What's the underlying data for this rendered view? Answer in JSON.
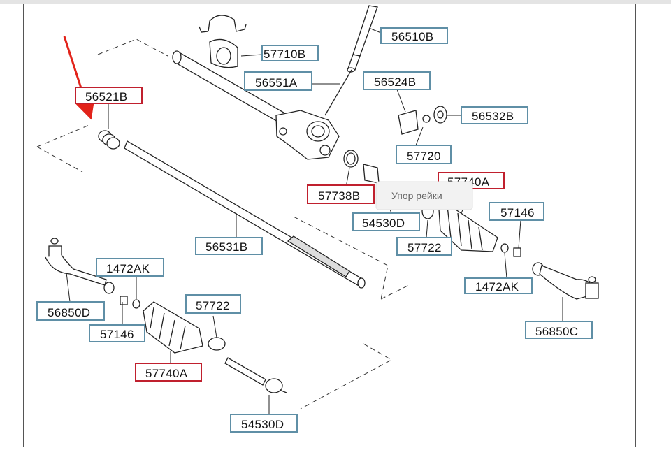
{
  "colors": {
    "box_normal": "#5f8fa6",
    "box_highlight": "#c0202e",
    "arrow": "#e2231a",
    "line": "#222222",
    "tooltip_bg": "#f2f2f2",
    "tooltip_text": "#666666"
  },
  "tooltip": {
    "text": "Упор рейки"
  },
  "parts": [
    {
      "code": "56510B",
      "highlight": false
    },
    {
      "code": "57710B",
      "highlight": false
    },
    {
      "code": "56551A",
      "highlight": false
    },
    {
      "code": "56524B",
      "highlight": false
    },
    {
      "code": "56532B",
      "highlight": false
    },
    {
      "code": "56521B",
      "highlight": true
    },
    {
      "code": "57720",
      "highlight": false
    },
    {
      "code": "57740A",
      "highlight": true
    },
    {
      "code": "57738B",
      "highlight": true
    },
    {
      "code": "54530D",
      "highlight": false
    },
    {
      "code": "57146",
      "highlight": false
    },
    {
      "code": "57722",
      "highlight": false
    },
    {
      "code": "56531B",
      "highlight": false
    },
    {
      "code": "1472AK",
      "highlight": false
    },
    {
      "code": "1472AK",
      "highlight": false
    },
    {
      "code": "56850D",
      "highlight": false
    },
    {
      "code": "56850C",
      "highlight": false
    },
    {
      "code": "57146",
      "highlight": false
    },
    {
      "code": "57722",
      "highlight": false
    },
    {
      "code": "57740A",
      "highlight": true
    },
    {
      "code": "54530D",
      "highlight": false
    }
  ]
}
